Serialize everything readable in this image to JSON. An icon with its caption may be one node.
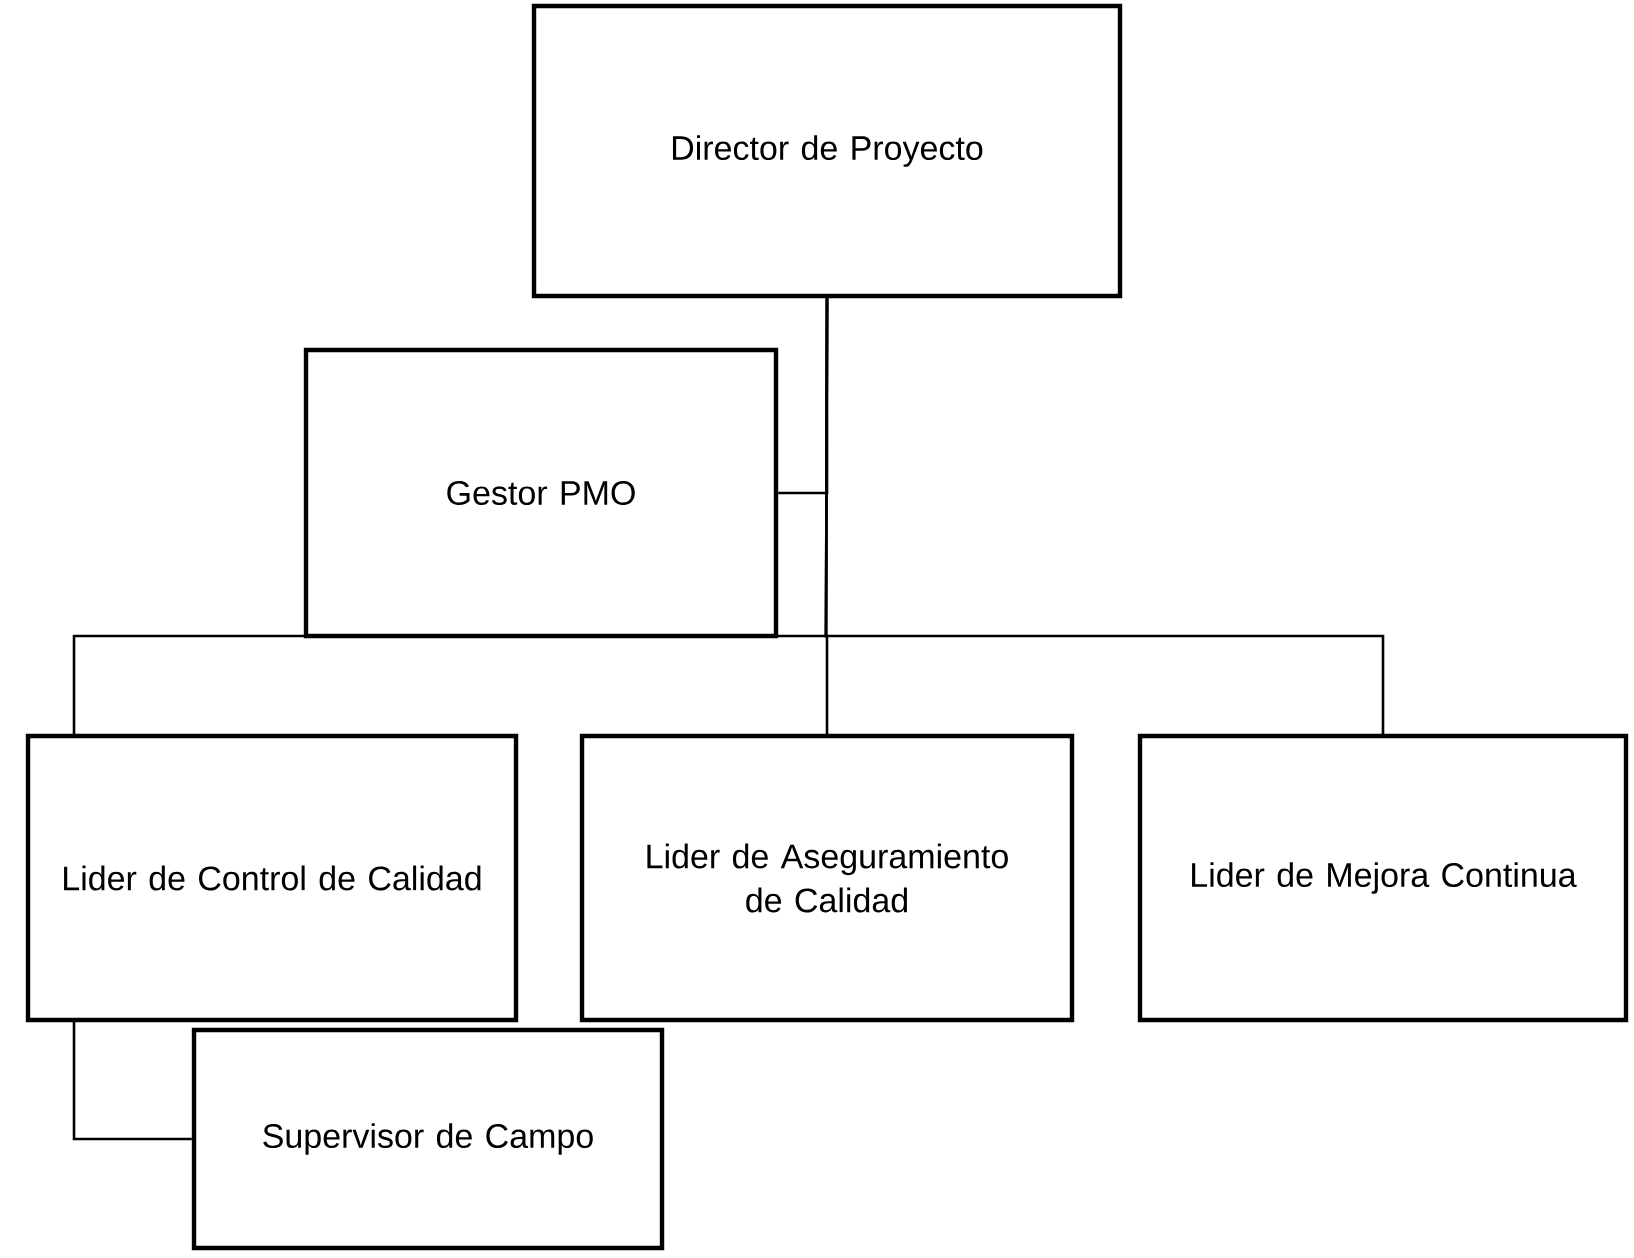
{
  "diagram": {
    "nodes": [
      {
        "text": [
          "Director de Proyecto"
        ]
      },
      {
        "text": [
          "Gestor PMO"
        ]
      },
      {
        "text": [
          "Lider de Control de Calidad"
        ]
      },
      {
        "text": [
          "Lider de Aseguramiento de Calidad"
        ]
      },
      {
        "text": [
          "Lider de Mejora Continua"
        ]
      },
      {
        "text": [
          "Supervisor de Campo"
        ]
      }
    ],
    "edges": [
      {
        "from": 0,
        "to": 1,
        "arrow": "none"
      },
      {
        "from": 0,
        "to": 2,
        "arrow": "none"
      },
      {
        "from": 0,
        "to": 3,
        "arrow": "none"
      },
      {
        "from": 0,
        "to": 4,
        "arrow": "none"
      },
      {
        "from": 2,
        "to": 5,
        "arrow": "none"
      }
    ]
  }
}
